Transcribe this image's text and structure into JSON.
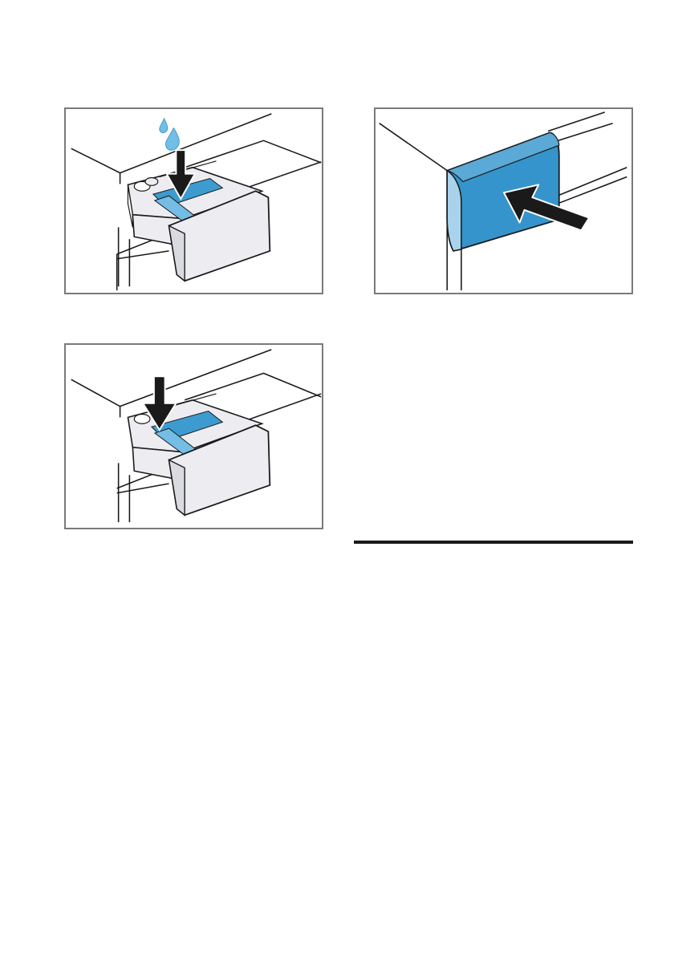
{
  "document": {
    "illustrations": [
      {
        "id": "fill-water-into-dispenser",
        "icons": [
          "water-drop-icon",
          "down-arrow-icon"
        ],
        "colors": {
          "water": "#3d9bd0",
          "water_light": "#74bde5",
          "drawer": "#ececf1",
          "outline": "#1a1a1a"
        }
      },
      {
        "id": "push-drawer-closed",
        "icons": [
          "push-arrow-icon"
        ],
        "colors": {
          "drawer_front": "#3594cb",
          "drawer_side": "#a9d3ec",
          "outline": "#1a1a1a"
        }
      },
      {
        "id": "insert-detergent",
        "icons": [
          "down-arrow-icon"
        ],
        "colors": {
          "water": "#3d9bd0",
          "drawer": "#ececf1",
          "outline": "#1a1a1a"
        }
      }
    ],
    "panel_border_color": "#7a7a7a",
    "rule_color": "#1a1a1a"
  }
}
